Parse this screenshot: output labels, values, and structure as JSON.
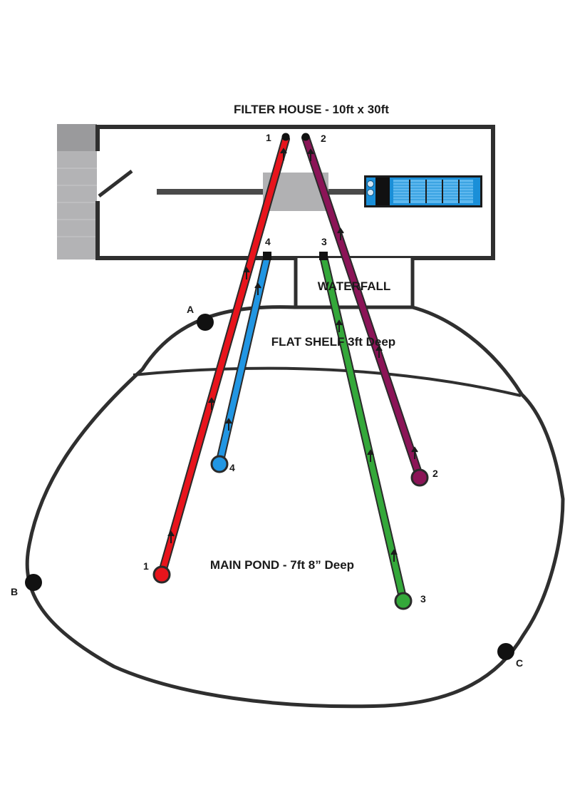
{
  "title": "FILTER HOUSE - 10ft x 30ft",
  "zones": {
    "waterfall": "WATERFALL",
    "shelf": "FLAT SHELF 3ft Deep",
    "main_pond": "MAIN POND - 7ft 8” Deep"
  },
  "pipes": [
    {
      "id": "1",
      "color": "#e8141c",
      "inlet_label": "1",
      "outlet_label": "1"
    },
    {
      "id": "2",
      "color": "#8b1457",
      "inlet_label": "2",
      "outlet_label": "2"
    },
    {
      "id": "3",
      "color": "#34a83a",
      "inlet_label": "3",
      "outlet_label": "3"
    },
    {
      "id": "4",
      "color": "#2196e3",
      "inlet_label": "4",
      "outlet_label": "4"
    }
  ],
  "points": {
    "a": "A",
    "b": "B",
    "c": "C"
  },
  "colors": {
    "outline": "#2f2f2f",
    "building_fill": "#ffffff",
    "door_panel": "#b3b3b5",
    "door_top": "#9a9a9c",
    "filter_box": "#b1b1b3",
    "pump_body": "#1a8fd8",
    "pump_grille": "#5fb8ee"
  }
}
